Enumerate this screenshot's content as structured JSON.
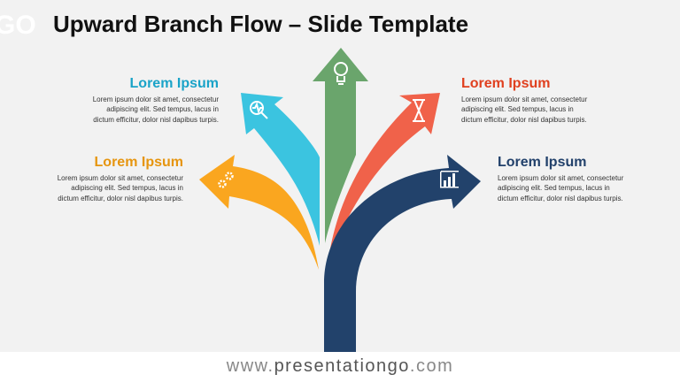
{
  "logo": "GO",
  "title": "Upward Branch Flow – Slide Template",
  "blocks": [
    {
      "heading": "Lorem Ipsum",
      "color": "#1aa3c8",
      "icon": "magnifier-pulse-icon",
      "text": [
        "Lorem ipsum dolor sit amet, consectetur",
        "adipiscing elit. Sed tempus, lacus in",
        "dictum efficitur, dolor nisl dapibus turpis."
      ]
    },
    {
      "heading": "Lorem Ipsum",
      "color": "#e6950f",
      "icon": "gears-icon",
      "text": [
        "Lorem ipsum dolor sit amet, consectetur",
        "adipiscing elit. Sed tempus, lacus in",
        "dictum efficitur, dolor nisl dapibus turpis."
      ]
    },
    {
      "heading": "Lorem Ipsum",
      "color": "#e0401f",
      "icon": "hourglass-icon",
      "text": [
        "Lorem ipsum dolor sit amet, consectetur",
        "adipiscing elit. Sed tempus, lacus in",
        "dictum efficitur, dolor nisl dapibus turpis."
      ]
    },
    {
      "heading": "Lorem Ipsum",
      "color": "#22416b",
      "icon": "bar-chart-icon",
      "text": [
        "Lorem ipsum dolor sit amet, consectetur",
        "adipiscing elit. Sed tempus, lacus in",
        "dictum efficitur, dolor nisl dapibus turpis."
      ]
    }
  ],
  "center_icon": "lightbulb-icon",
  "colors": {
    "navy": "#22426b",
    "green": "#6aa56c",
    "cyan": "#3bc4e0",
    "orange": "#faa61f",
    "red": "#f0624a"
  },
  "footer": {
    "prefix": "www.",
    "brand": "presentationgo",
    ".suffix": ".com",
    "suffix": ".com"
  }
}
